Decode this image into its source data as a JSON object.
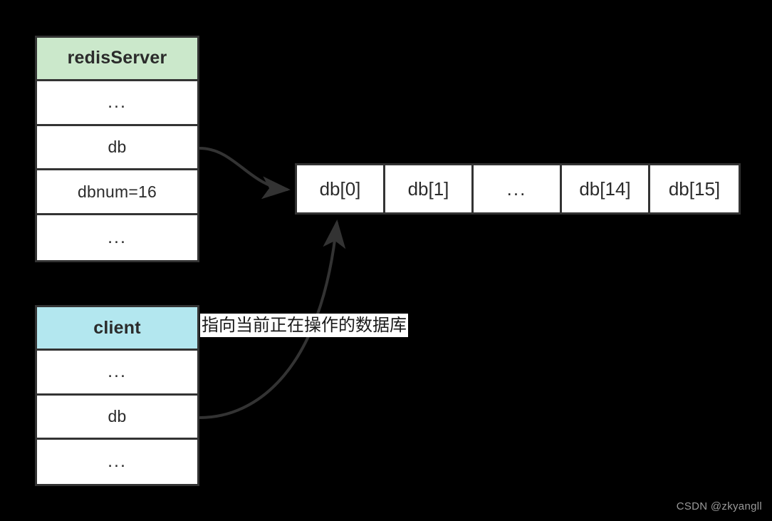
{
  "diagram": {
    "title": "Redis server database array structure",
    "background_color": "#000000",
    "stroke_color": "#333333",
    "text_color": "#2b2b2b"
  },
  "redis_server": {
    "header": "redisServer",
    "header_color": "#cbe8cb",
    "rows": [
      {
        "label": "...",
        "kind": "ellipsis"
      },
      {
        "label": "db",
        "kind": "field"
      },
      {
        "label": "dbnum=16",
        "kind": "field"
      },
      {
        "label": "...",
        "kind": "ellipsis"
      }
    ]
  },
  "client": {
    "header": "client",
    "header_color": "#b3e7ef",
    "rows": [
      {
        "label": "...",
        "kind": "ellipsis"
      },
      {
        "label": "db",
        "kind": "field"
      },
      {
        "label": "...",
        "kind": "ellipsis"
      }
    ]
  },
  "db_array": {
    "cells": [
      {
        "label": "db[0]",
        "kind": "entry"
      },
      {
        "label": "db[1]",
        "kind": "entry"
      },
      {
        "label": "...",
        "kind": "ellipsis"
      },
      {
        "label": "db[14]",
        "kind": "entry"
      },
      {
        "label": "db[15]",
        "kind": "entry"
      }
    ]
  },
  "annotation": {
    "text": "指向当前正在操作的数据库"
  },
  "watermark": {
    "text": "CSDN @zkyangll"
  }
}
